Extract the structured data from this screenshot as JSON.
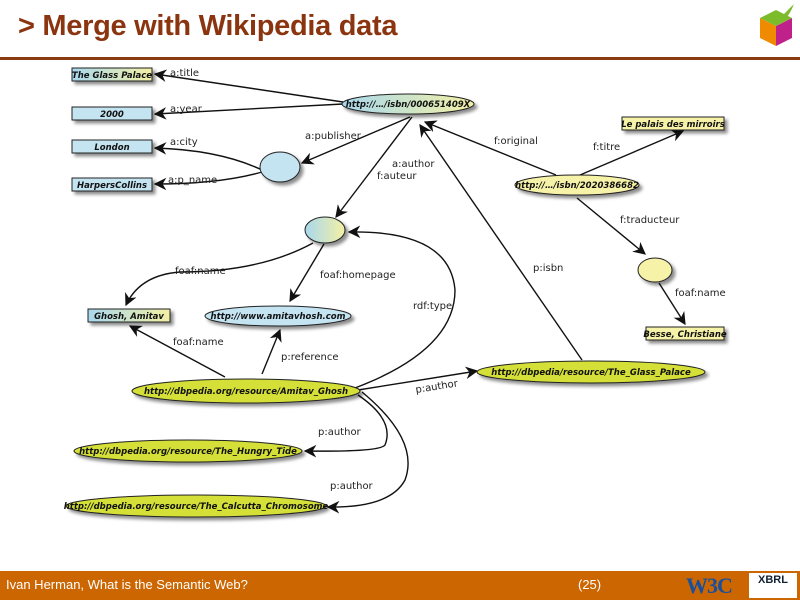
{
  "slide": {
    "title": "> Merge with Wikipedia data",
    "footer_text": "Ivan Herman, What is the Semantic Web?",
    "page_number": "(25)",
    "logos": [
      "W3C",
      "XBRL"
    ]
  },
  "colors": {
    "title": "#8b3510",
    "footer": "#cc6600",
    "english_node": "#c4e4f2",
    "french_node": "#f6f2a8",
    "dbpedia_node": "#d4e038"
  },
  "nodes": {
    "glass_palace": "The Glass Palace",
    "year": "2000",
    "london": "London",
    "harpers": "HarpersCollins",
    "isbn_en": "http://…/isbn/000651409X",
    "palais": "Le palais des mirroirs",
    "isbn_fr": "http://…/isbn/2020386682",
    "besse": "Besse, Christiane",
    "ghosh": "Ghosh, Amitav",
    "homepage": "http://www.amitavhosh.com",
    "db_ghosh": "http://dbpedia.org/resource/Amitav_Ghosh",
    "db_glass": "http://dbpedia/resource/The_Glass_Palace",
    "db_hungry": "http://dbpedia.org/resource/The_Hungry_Tide",
    "db_calcutta": "http://dbpedia.org/resource/The_Calcutta_Chromosome"
  },
  "edges": {
    "title": "a:title",
    "year": "a:year",
    "city": "a:city",
    "p_name": "a:p_name",
    "publisher": "a:publisher",
    "author": "a:author",
    "auteur": "f:auteur",
    "original": "f:original",
    "titre": "f:titre",
    "traducteur": "f:traducteur",
    "foaf_name_fr": "foaf:name",
    "foaf_name_1": "foaf:name",
    "foaf_homepage": "foaf:homepage",
    "foaf_name_2": "foaf:name",
    "reference": "p:reference",
    "rdf_type": "rdf:type",
    "isbn": "p:isbn",
    "p_author_1": "p:author",
    "p_author_2": "p:author",
    "p_author_3": "p:author"
  }
}
